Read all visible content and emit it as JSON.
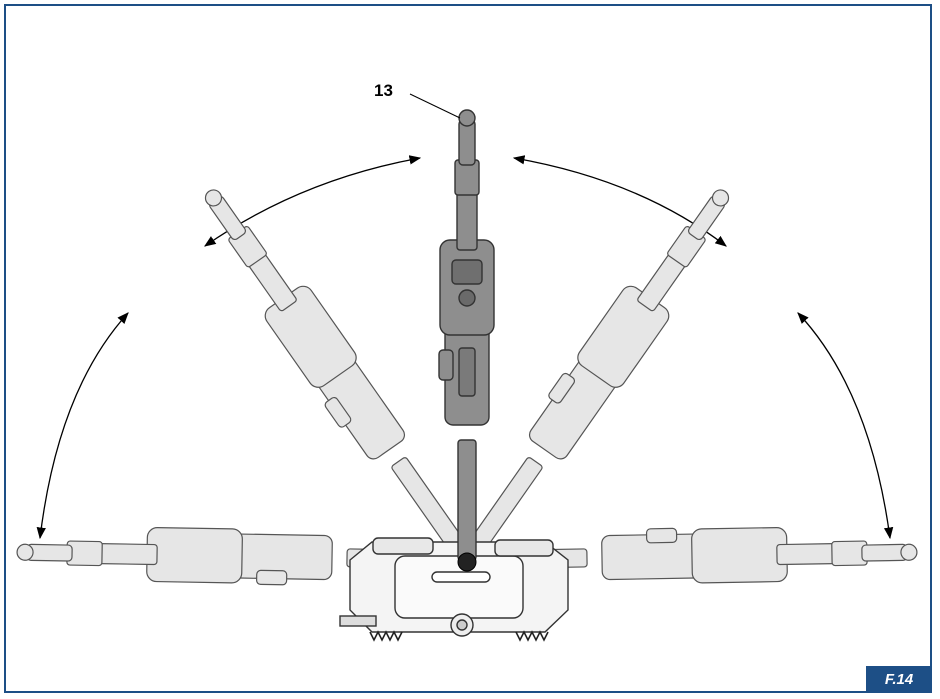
{
  "figure": {
    "callout_label": "13",
    "figure_tag": "F.14"
  },
  "colors": {
    "frame_border": "#1d4f86",
    "tag_background": "#1d4f86",
    "tag_text": "#ffffff",
    "handle_dark": "#8a8a8a",
    "handle_light": "#dcdcdc",
    "outline": "#333333"
  },
  "handle_positions": [
    {
      "id": "left-horizontal",
      "shade": "light"
    },
    {
      "id": "left-45",
      "shade": "light"
    },
    {
      "id": "vertical",
      "shade": "dark"
    },
    {
      "id": "right-45",
      "shade": "light"
    },
    {
      "id": "right-horizontal",
      "shade": "light"
    }
  ],
  "rotation_arrows": [
    "left-lower-arc",
    "left-upper-arc",
    "right-upper-arc",
    "right-lower-arc"
  ]
}
